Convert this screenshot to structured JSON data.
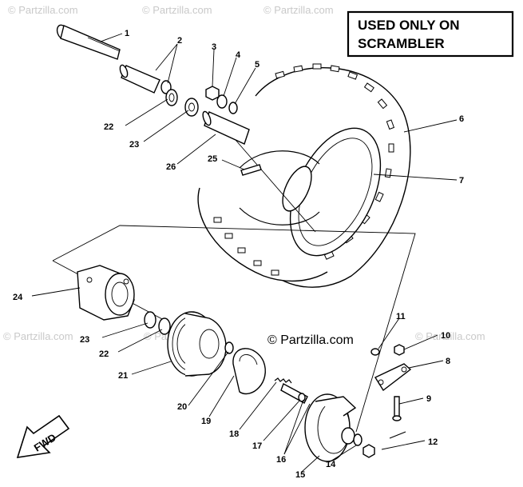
{
  "watermarks": {
    "main": "© Partzilla.com",
    "faint": "© Partzilla.com"
  },
  "notice_box": {
    "line1": "USED ONLY ON",
    "line2": "SCRAMBLER"
  },
  "fwd_arrow": {
    "label": "FWD"
  },
  "callouts": [
    "1",
    "2",
    "3",
    "4",
    "5",
    "6",
    "7",
    "8",
    "9",
    "10",
    "11",
    "12",
    "14",
    "15",
    "16",
    "17",
    "18",
    "19",
    "20",
    "21",
    "22",
    "22",
    "23",
    "23",
    "24",
    "25",
    "26"
  ]
}
